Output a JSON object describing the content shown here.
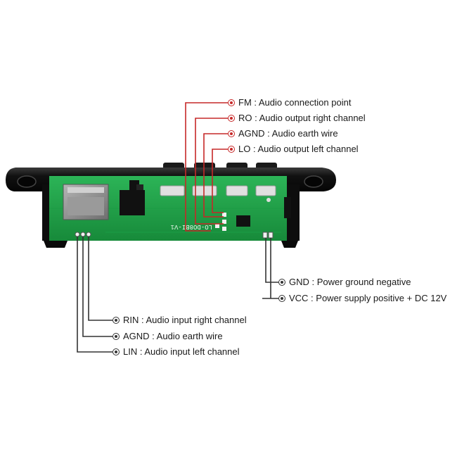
{
  "colors": {
    "top_lead": "#c62828",
    "bottom_lead": "#333333",
    "pcb": "#1fa64a",
    "bezel": "#141414",
    "sd_slot": "#8c8c8c"
  },
  "pcb_marking": "LO-DO8BI-V1",
  "top_pins": [
    {
      "id": "fm",
      "name": "FM",
      "desc": "Audio connection point"
    },
    {
      "id": "ro",
      "name": "RO",
      "desc": "Audio output right channel"
    },
    {
      "id": "agnd_out",
      "name": "AGND",
      "desc": "Audio earth wire"
    },
    {
      "id": "lo",
      "name": "LO",
      "desc": "Audio output left channel"
    }
  ],
  "power_pins": [
    {
      "id": "gnd",
      "name": "GND",
      "desc": "Power ground negative"
    },
    {
      "id": "vcc",
      "name": "VCC",
      "desc": "Power supply positive + DC 12V"
    }
  ],
  "input_pins": [
    {
      "id": "rin",
      "name": "RIN",
      "desc": "Audio input right channel"
    },
    {
      "id": "agnd_in",
      "name": "AGND",
      "desc": "Audio earth wire"
    },
    {
      "id": "lin",
      "name": "LIN",
      "desc": "Audio input left channel"
    }
  ]
}
